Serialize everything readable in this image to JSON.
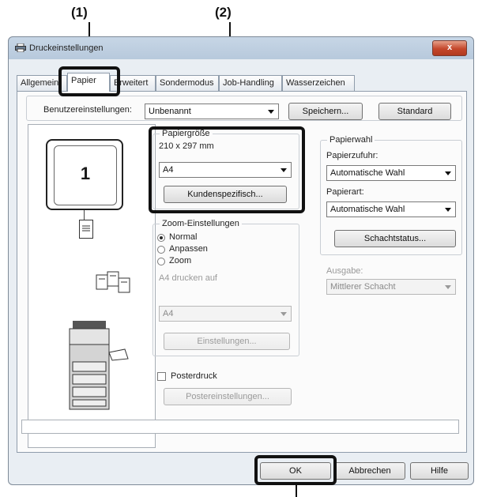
{
  "callouts": {
    "label_1": "(1)",
    "label_2": "(2)"
  },
  "window": {
    "title": "Druckeinstellungen",
    "close_label": "x"
  },
  "tabs": [
    {
      "label": "Allgemein"
    },
    {
      "label": "Papier"
    },
    {
      "label": "Erweitert"
    },
    {
      "label": "Sondermodus"
    },
    {
      "label": "Job-Handling"
    },
    {
      "label": "Wasserzeichen"
    }
  ],
  "user_settings": {
    "label": "Benutzereinstellungen:",
    "value": "Unbenannt",
    "save_label": "Speichern...",
    "standard_label": "Standard"
  },
  "preview": {
    "page_number": "1"
  },
  "paper_size": {
    "legend": "Papiergröße",
    "dimensions": "210 x 297 mm",
    "value": "A4",
    "custom_label": "Kundenspezifisch..."
  },
  "zoom": {
    "legend": "Zoom-Einstellungen",
    "options": [
      "Normal",
      "Anpassen",
      "Zoom"
    ],
    "selected": "Normal",
    "fit_to_label": "A4 drucken auf",
    "fit_to_value": "A4",
    "settings_label": "Einstellungen..."
  },
  "poster": {
    "label": "Posterdruck",
    "settings_label": "Postereinstellungen..."
  },
  "paper_source": {
    "legend": "Papierwahl",
    "feed_label": "Papierzufuhr:",
    "feed_value": "Automatische Wahl",
    "type_label": "Papierart:",
    "type_value": "Automatische Wahl",
    "tray_status_label": "Schachtstatus..."
  },
  "output": {
    "label": "Ausgabe:",
    "value": "Mittlerer Schacht"
  },
  "footer": {
    "ok_label": "OK",
    "cancel_label": "Abbrechen",
    "help_label": "Hilfe"
  }
}
